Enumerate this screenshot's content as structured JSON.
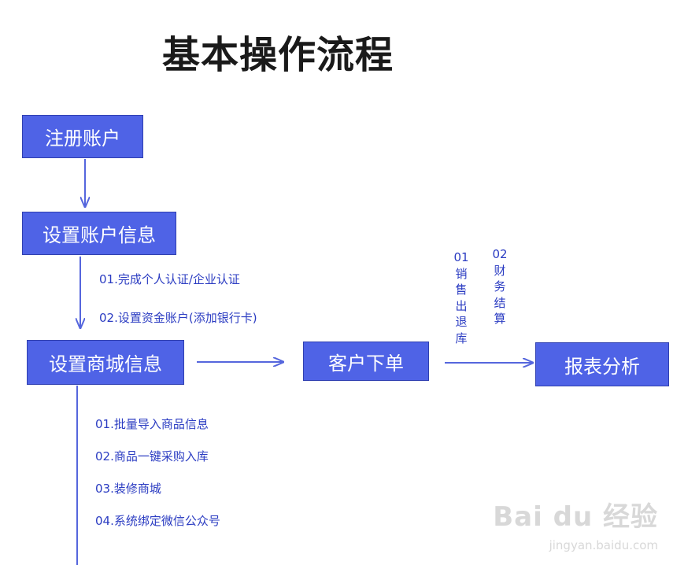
{
  "title": "基本操作流程",
  "boxes": {
    "register": "注册账户",
    "account_info": "设置账户信息",
    "mall_info": "设置商城信息",
    "order": "客户下单",
    "report": "报表分析"
  },
  "account_steps": [
    "01.完成个人认证/企业认证",
    "02.设置资金账户(添加银行卡)"
  ],
  "mall_steps": [
    "01.批量导入商品信息",
    "02.商品一键采购入库",
    "03.装修商城",
    "04.系统绑定微信公众号"
  ],
  "order_steps": {
    "step1_num": "01",
    "step1_chars": [
      "销",
      "售",
      "出",
      "退",
      "库"
    ],
    "step2_num": "02",
    "step2_chars": [
      "财",
      "务",
      "结",
      "算"
    ]
  },
  "watermark": {
    "main": "Bai du 经验",
    "sub": "jingyan.baidu.com"
  },
  "colors": {
    "box_fill": "#4f63e6",
    "arrow": "#5566dd",
    "text_blue": "#2b3cc2"
  }
}
